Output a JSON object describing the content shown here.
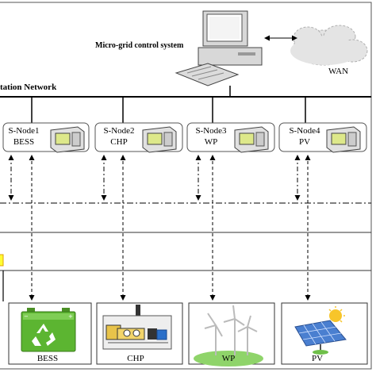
{
  "header": {
    "control_system_label": "Micro-grid control system",
    "wan_label": "WAN",
    "network_label": "tation Network"
  },
  "nodes": [
    {
      "name": "S-Node1",
      "type": "BESS"
    },
    {
      "name": "S-Node2",
      "type": "CHP"
    },
    {
      "name": "S-Node3",
      "type": "WP"
    },
    {
      "name": "S-Node4",
      "type": "PV"
    }
  ],
  "devices": [
    {
      "label": "BESS",
      "icon": "battery-recycle-icon",
      "color": "#5cb531"
    },
    {
      "label": "CHP",
      "icon": "chp-engine-icon",
      "color": "#e8c34a"
    },
    {
      "label": "WP",
      "icon": "wind-turbine-icon",
      "color": "#8fd46a"
    },
    {
      "label": "PV",
      "icon": "solar-panel-icon",
      "color": "#4a7fd0"
    }
  ],
  "colors": {
    "highlight_box": "#ffff33",
    "highlight_border": "#e0a000"
  }
}
